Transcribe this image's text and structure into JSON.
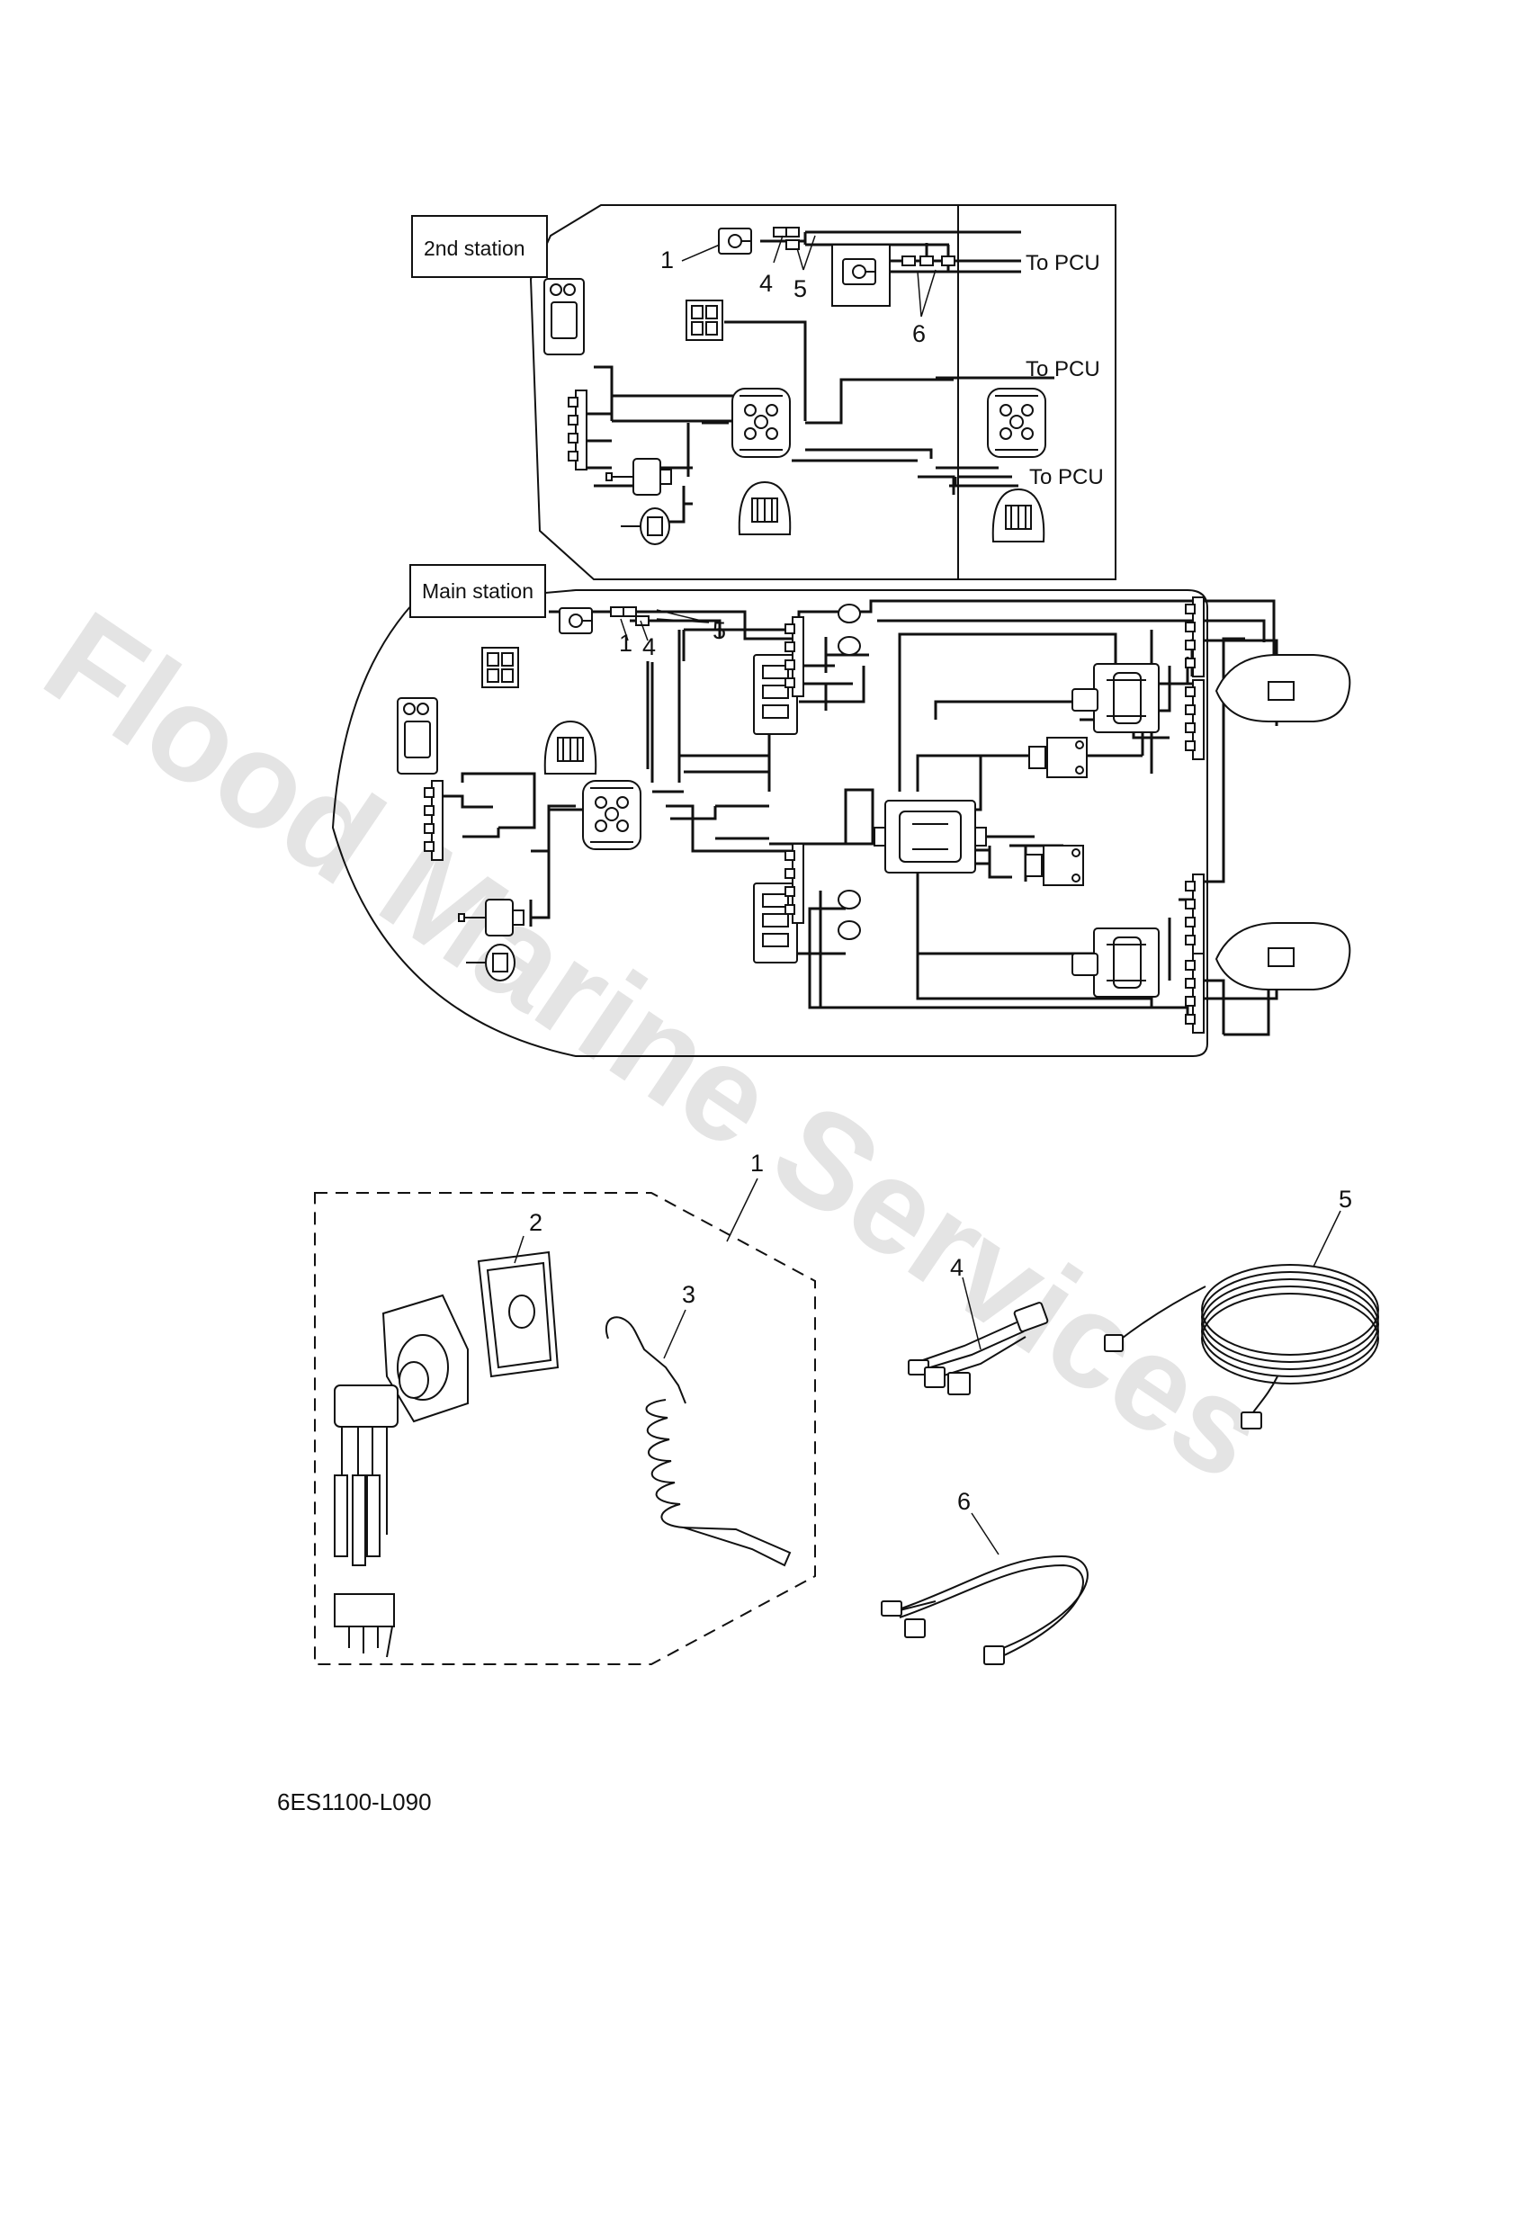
{
  "watermark": "Flood Marine Services",
  "stations": {
    "second": "2nd station",
    "main": "Main station"
  },
  "to_pcu": [
    "To PCU",
    "To PCU",
    "To PCU"
  ],
  "callouts": {
    "top_1": "1",
    "top_4": "4",
    "top_5": "5",
    "top_6": "6",
    "main_1": "1",
    "main_4": "4",
    "main_5": "5"
  },
  "parts": {
    "p1": "1",
    "p2": "2",
    "p3": "3",
    "p4": "4",
    "p5": "5",
    "p6": "6"
  },
  "figure_code": "6ES1100-L090"
}
